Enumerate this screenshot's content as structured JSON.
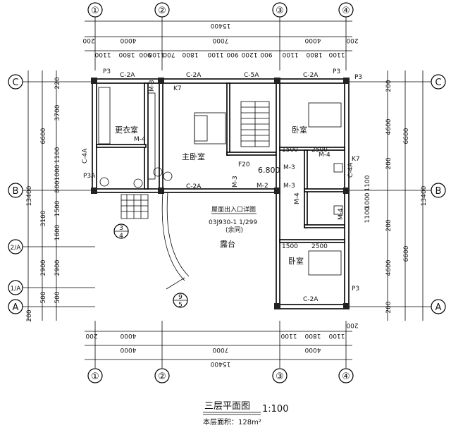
{
  "title": "三层平面图",
  "scale": "1:100",
  "area_label": "本层面积：128m²",
  "axes": {
    "top": [
      "①",
      "②",
      "③",
      "④"
    ],
    "side": [
      "C",
      "B",
      "2/A",
      "1/A",
      "A"
    ]
  },
  "top_dims": {
    "total": "15400",
    "bays": [
      "4000",
      "7000",
      "4000"
    ],
    "edge": "200",
    "sub": [
      "1100",
      "1800",
      "900",
      "1100",
      "700",
      "1800",
      "1100",
      "900",
      "1200",
      "900",
      "1100",
      "1800",
      "1100"
    ]
  },
  "bottom_dims": {
    "total": "15400",
    "bays": [
      "4000",
      "7000",
      "4000"
    ],
    "edge": "200",
    "sub": [
      "200",
      "4000",
      "1100",
      "1800",
      "1100",
      "200"
    ]
  },
  "left_dims": {
    "total": "13400",
    "parts": [
      "6600",
      "3100",
      "2900"
    ],
    "sub": [
      "220",
      "3700",
      "1100",
      "1000",
      "800",
      "1500",
      "1600",
      "2900",
      "500",
      "500",
      "200"
    ]
  },
  "right_dims": {
    "total": "13400",
    "parts": [
      "6600",
      "6600"
    ],
    "sub": [
      "200",
      "4600",
      "200",
      "1100",
      "1000",
      "1100",
      "200",
      "4600",
      "200"
    ]
  },
  "rooms": {
    "closet": "更衣室",
    "master": "主卧室",
    "bed1": "卧室",
    "bed2": "卧室",
    "terrace": "露台",
    "roof_hatch": "屋面出入口详图",
    "ref": "03J930-1 1/299",
    "ref_note": "(余同)",
    "level": "6.800",
    "f20": "F20",
    "detail1_top": "3",
    "detail1_bot": "4",
    "detail2_top": "9",
    "detail2_bot": "5"
  },
  "windows": {
    "c2a": "C-2A",
    "c5a": "C-5A",
    "c4a": "C-4A",
    "p3": "P3",
    "k7": "K7",
    "p3a": "P3A",
    "c4a_left": "C-4A"
  },
  "doors": {
    "m3": "M-3",
    "m4": "M-4",
    "m2": "M-2",
    "m4b": "M-4"
  },
  "inner_dims": {
    "d1500a": "1500",
    "d2500a": "2500",
    "d1500b": "1500",
    "d2500b": "2500"
  }
}
